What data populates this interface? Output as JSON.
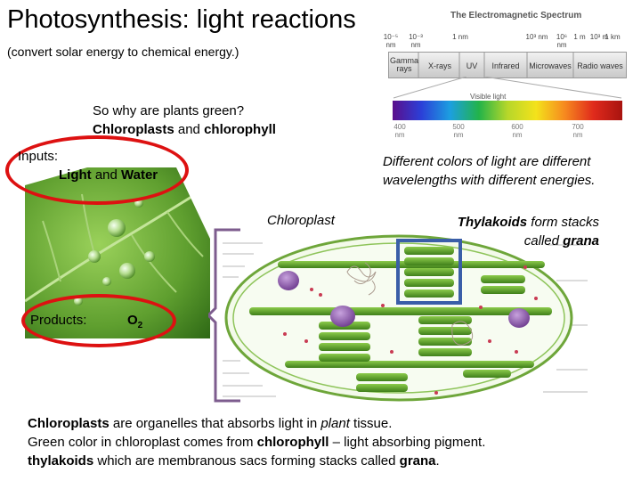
{
  "slide": {
    "title": "Photosynthesis: light reactions",
    "subtitle": "(convert solar energy to chemical energy.)",
    "question_line1": "So why are plants green?",
    "question_line2_bold": "Chloroplasts",
    "question_line2_mid": " and ",
    "question_line2_bold2": "chlorophyll",
    "inputs_label": "Inputs:",
    "inputs_value_bold1": "Light",
    "inputs_value_mid": " and ",
    "inputs_value_bold2": "Water",
    "colors_line1": "Different colors of light are different",
    "colors_line2": "wavelengths with different energies.",
    "chloroplast_label": "Chloroplast",
    "thylakoids_bold": "Thylakoids",
    "thylakoids_rest": " form stacks",
    "thylakoids_line2": "called ",
    "thylakoids_grana": "grana",
    "products_label": "Products:",
    "o2_main": "O",
    "o2_sub": "2",
    "bottom_line1_bold": "Chloroplasts",
    "bottom_line1_rest": " are organelles that absorbs light in ",
    "bottom_line1_italic": "plant",
    "bottom_line1_end": " tissue.",
    "bottom_line2_start": "Green color in chloroplast comes from ",
    "bottom_line2_bold": "chlorophyll",
    "bottom_line2_end": " – light absorbing pigment.",
    "bottom_line3_bold": "thylakoids",
    "bottom_line3_mid": " which are membranous sacs forming stacks called ",
    "bottom_line3_bold2": "grana",
    "bottom_line3_end": "."
  },
  "spectrum": {
    "title": "The Electromagnetic Spectrum",
    "top_labels": [
      "10⁻⁵ nm",
      "10⁻³ nm",
      "1 nm",
      "10³ nm",
      "10⁶ nm",
      "1 m",
      "10³ m",
      "1 km"
    ],
    "bands": [
      "Gamma rays",
      "X-rays",
      "UV",
      "Infrared",
      "Microwaves",
      "Radio waves"
    ],
    "visible_label": "Visible light",
    "nm_labels": [
      "400 nm",
      "500 nm",
      "600 nm",
      "700 nm"
    ]
  },
  "colors": {
    "red_circle": "#dd1111",
    "grana_box": "#3a5ea8",
    "bracket": "#7d5c8e",
    "thylakoid": "#5ea42a"
  }
}
